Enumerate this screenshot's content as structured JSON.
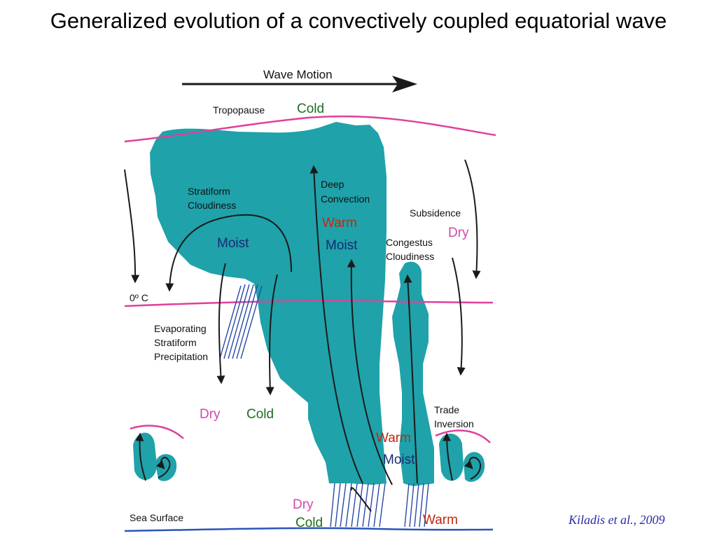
{
  "slide": {
    "title": "Generalized evolution of a convectively coupled equatorial wave",
    "citation": "Kiladis et al., 2009"
  },
  "diagram": {
    "wave_motion": "Wave Motion",
    "tropopause": "Tropopause",
    "cold_top": "Cold",
    "stratiform_line1": "Stratiform",
    "stratiform_line2": "Cloudiness",
    "moist_stratiform": "Moist",
    "deep_line1": "Deep",
    "deep_line2": "Convection",
    "warm_deep": "Warm",
    "moist_deep": "Moist",
    "subsidence": "Subsidence",
    "dry_subsidence": "Dry",
    "congestus_line1": "Congestus",
    "congestus_line2": "Cloudiness",
    "freezing_level": "0º C",
    "evap_line1": "Evaporating",
    "evap_line2": "Stratiform",
    "evap_line3": "Precipitation",
    "dry_mid": "Dry",
    "cold_mid": "Cold",
    "trade_line1": "Trade",
    "trade_line2": "Inversion",
    "warm_low": "Warm",
    "moist_low": "Moist",
    "dry_bottom": "Dry",
    "cold_bottom": "Cold",
    "warm_bottom": "Warm",
    "sea_surface": "Sea Surface"
  },
  "colors": {
    "cloud": "#1fa2aa",
    "tropopause_line": "#e0409a",
    "sea_line": "#2a55b8",
    "rain": "#2a4aa8",
    "arrow": "#1a1a1a",
    "dry": "#d14aaa",
    "cold": "#1e6e1e",
    "warm": "#c02a10",
    "moist": "#1a2a70",
    "citation": "#2a2aa8"
  }
}
